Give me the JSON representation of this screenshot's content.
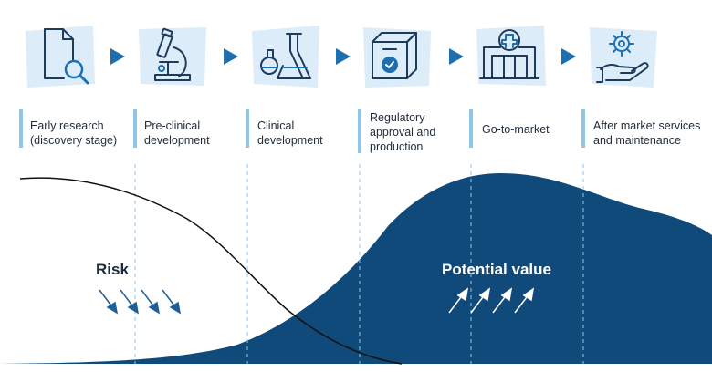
{
  "stages": [
    {
      "icon": "document-search-icon",
      "label": "Early research (discovery stage)"
    },
    {
      "icon": "microscope-icon",
      "label": "Pre-clinical development"
    },
    {
      "icon": "lab-flask-icon",
      "label": "Clinical development"
    },
    {
      "icon": "approved-package-icon",
      "label": "Regulatory approval and production"
    },
    {
      "icon": "hospital-icon",
      "label": "Go-to-market"
    },
    {
      "icon": "hand-gear-icon",
      "label": "After market services and maintenance"
    }
  ],
  "curves": {
    "risk_label": "Risk",
    "value_label": "Potential value"
  },
  "colors": {
    "icon_bg": "#dcecf8",
    "icon_stroke": "#1e3a5c",
    "accent": "#1d6fb0",
    "arrow": "#1f5f99",
    "label_bar": "#8fc5e6",
    "value_fill": "#0f4a7a",
    "risk_line": "#111111",
    "text": "#1d2b3a"
  }
}
